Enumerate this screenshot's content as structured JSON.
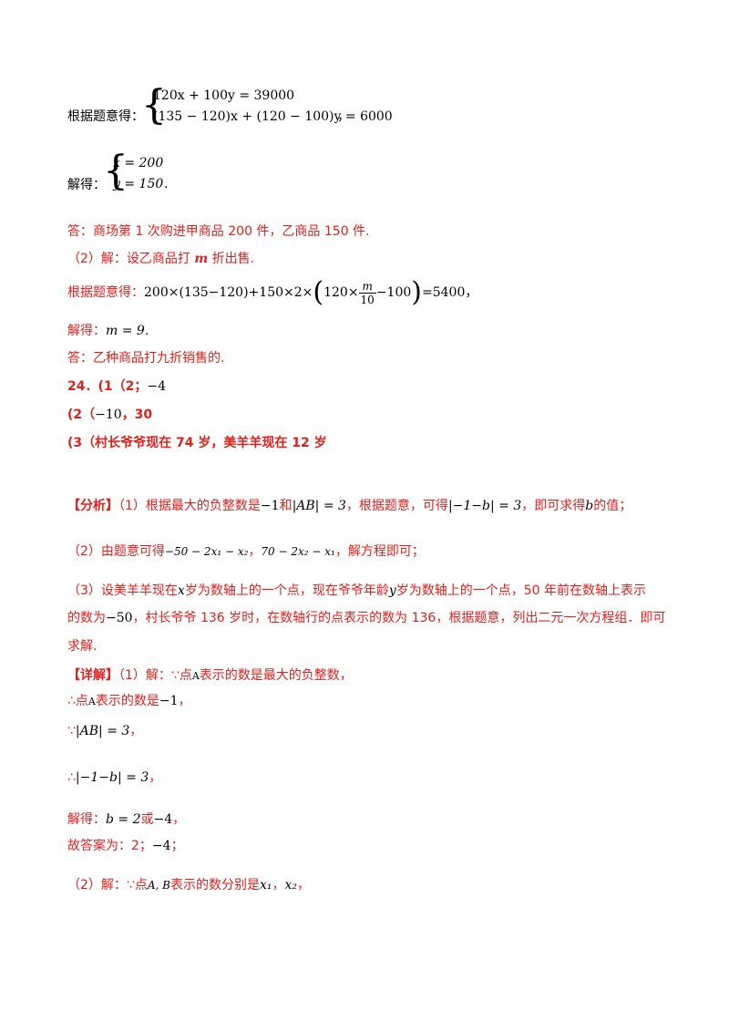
{
  "l01": {
    "label": "根据题意得：",
    "eq1": "120x + 100y = 39000",
    "eq2": "(135 − 120)x + (120 − 100)y = 6000",
    "tail": "，"
  },
  "l02": {
    "label": "解得：",
    "eq1": "x = 200",
    "eq2": "y = 150",
    "tail": "."
  },
  "l03": "答：商场第 1 次购进甲商品 200 件，乙商品 150 件.",
  "l04": {
    "a": "（2）解：设乙商品打 ",
    "m": "m",
    "b": " 折出售."
  },
  "l05": {
    "label": "根据题意得：",
    "a": "200×(135−120)+150×2×",
    "b": "120×",
    "num": "m",
    "den": "10",
    "c": "−100",
    "d": "=5400",
    "tail": "，"
  },
  "l06": {
    "label": "解得：",
    "eq": "m = 9",
    "tail": "."
  },
  "l07": "答：乙种商品打九折销售的.",
  "l08": {
    "a": "24．(1（2；",
    "v": "−4"
  },
  "l09": {
    "a": "(2（",
    "v": "−10",
    "b": "，30"
  },
  "l10": "(3（村长爷爷现在 74 岁，美羊羊现在 12 岁",
  "l11": {
    "tag": "【分析】",
    "a": "（1）根据最大的负整数是",
    "v1": "−1",
    "b": "和",
    "v2": "|AB| = 3",
    "c": "，根据题意，可得",
    "v3": "|−1−b| = 3",
    "d": "，即可求得",
    "v4": "b",
    "e": "的值；"
  },
  "l12": {
    "a": "（2）由题意可得",
    "v1": "−50 − 2x₁ − x₂",
    "b": "，",
    "v2": "70 − 2x₂ − x₁",
    "c": "，解方程即可；"
  },
  "l13": {
    "a": "（3）设美羊羊现在",
    "v1": "x",
    "b": "岁为数轴上的一个点，现在爷爷年龄",
    "v2": "y",
    "c": "岁为数轴上的一个点，50 年前在数轴上表示"
  },
  "l14": {
    "a": "的数为",
    "v": "−50",
    "b": "，村长爷爷 136 岁时，在数轴行的点表示的数为 136，根据题意，列出二元一次方程组．即可"
  },
  "l15": "求解.",
  "l16": {
    "tag": "【详解】",
    "a": "（1）解：∵点",
    "v": "A",
    "b": "表示的数是最大的负整数，"
  },
  "l17": {
    "a": "∴点",
    "v": "A",
    "b": "表示的数是",
    "v2": "−1",
    "c": "，"
  },
  "l18": {
    "a": "∵",
    "v": "|AB| = 3",
    "b": "，"
  },
  "l19": {
    "a": "∴",
    "v": "|−1−b| = 3",
    "b": "，"
  },
  "l20": {
    "a": "解得：",
    "v1": "b = 2",
    "b": "或",
    "v2": "−4",
    "c": "，"
  },
  "l21": {
    "a": "故答案为：2；",
    "v": "−4",
    "b": "；"
  },
  "l22": {
    "a": "（2）解：∵点",
    "v1": "A, B",
    "b": "表示的数分别是",
    "v2": "x₁",
    "c": "，",
    "v3": "x₂",
    "d": "，"
  }
}
